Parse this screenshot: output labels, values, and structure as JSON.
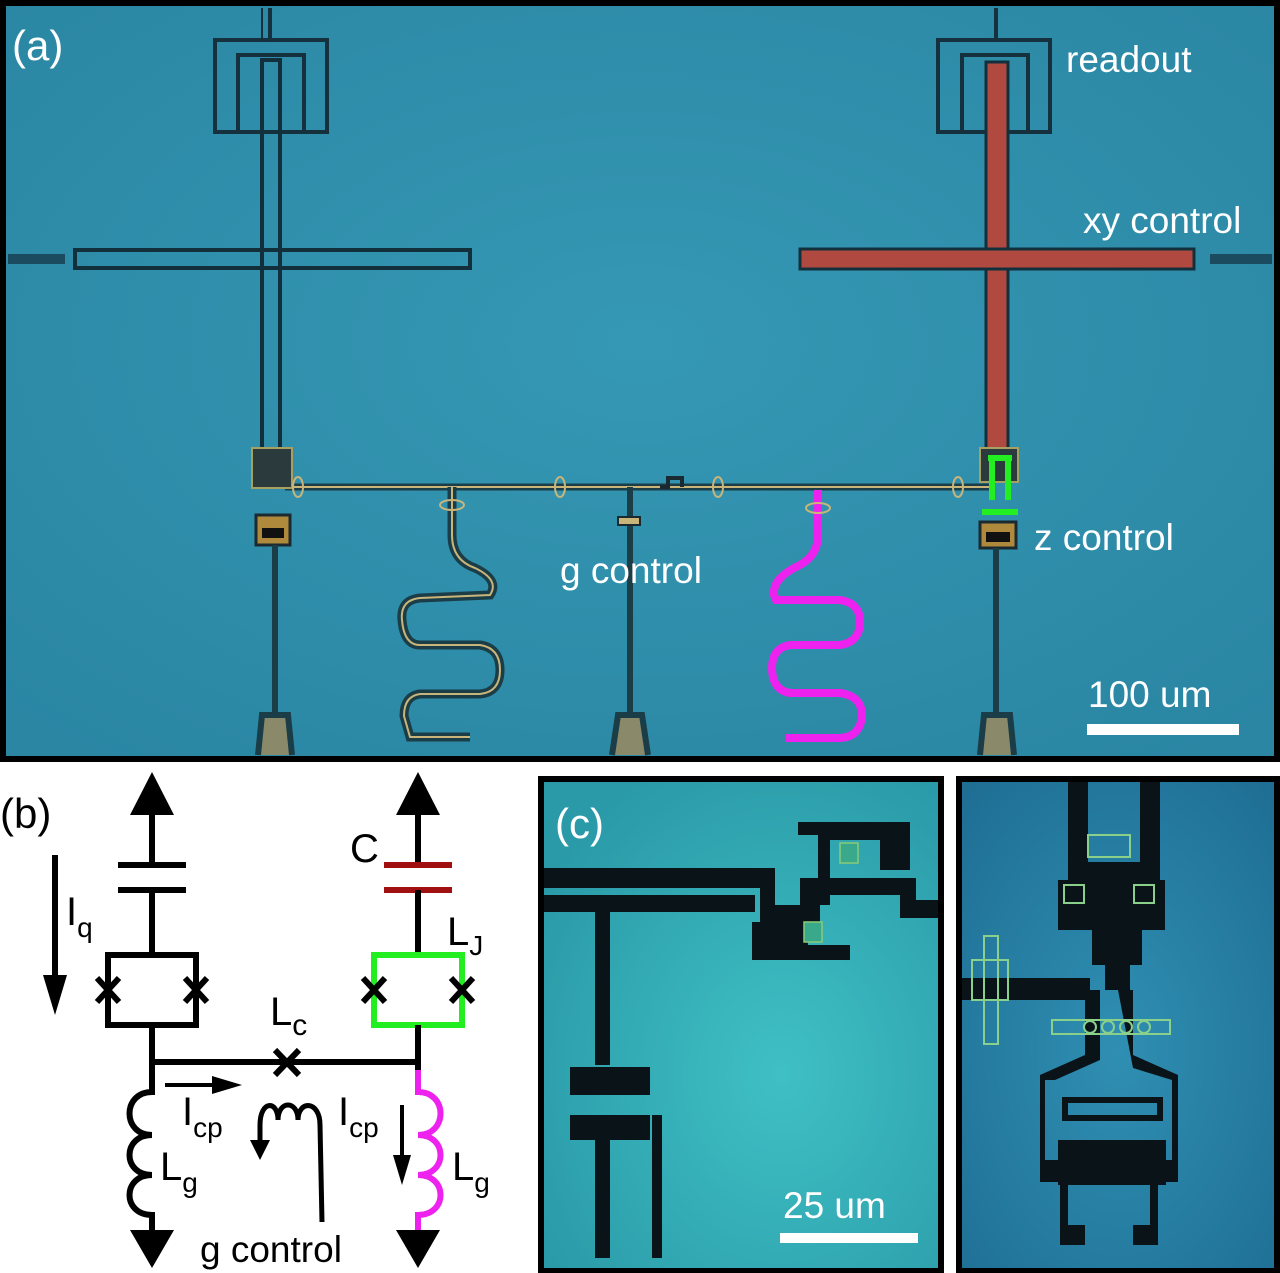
{
  "panel_a": {
    "tag": "(a)",
    "labels": {
      "readout": "readout",
      "xy_control": "xy control",
      "z_control": "z control",
      "g_control": "g control"
    },
    "scale_bar": "100 um",
    "colors": {
      "substrate": "#2e90ad",
      "xy_line": "#b04a40",
      "z_line": "#22ee22",
      "g_loop": "#ee22ee"
    }
  },
  "panel_b": {
    "tag": "(b)",
    "labels": {
      "capacitor": "C",
      "current_q": "I",
      "current_q_sub": "q",
      "junction_j": "L",
      "junction_j_sub": "J",
      "coupler_junction": "L",
      "coupler_junction_sub": "c",
      "coupler_current_left": "I",
      "coupler_current_left_sub": "cp",
      "coupler_current_right": "I",
      "coupler_current_right_sub": "cp",
      "ground_l_left": "L",
      "ground_l_left_sub": "g",
      "ground_l_right": "L",
      "ground_l_right_sub": "g",
      "g_control": "g control"
    },
    "colors": {
      "capacitor": "#a01010",
      "squid": "#22ee22",
      "inductor": "#ee22ee"
    }
  },
  "panel_c": {
    "tag": "(c)",
    "scale_bar": "25 um"
  }
}
